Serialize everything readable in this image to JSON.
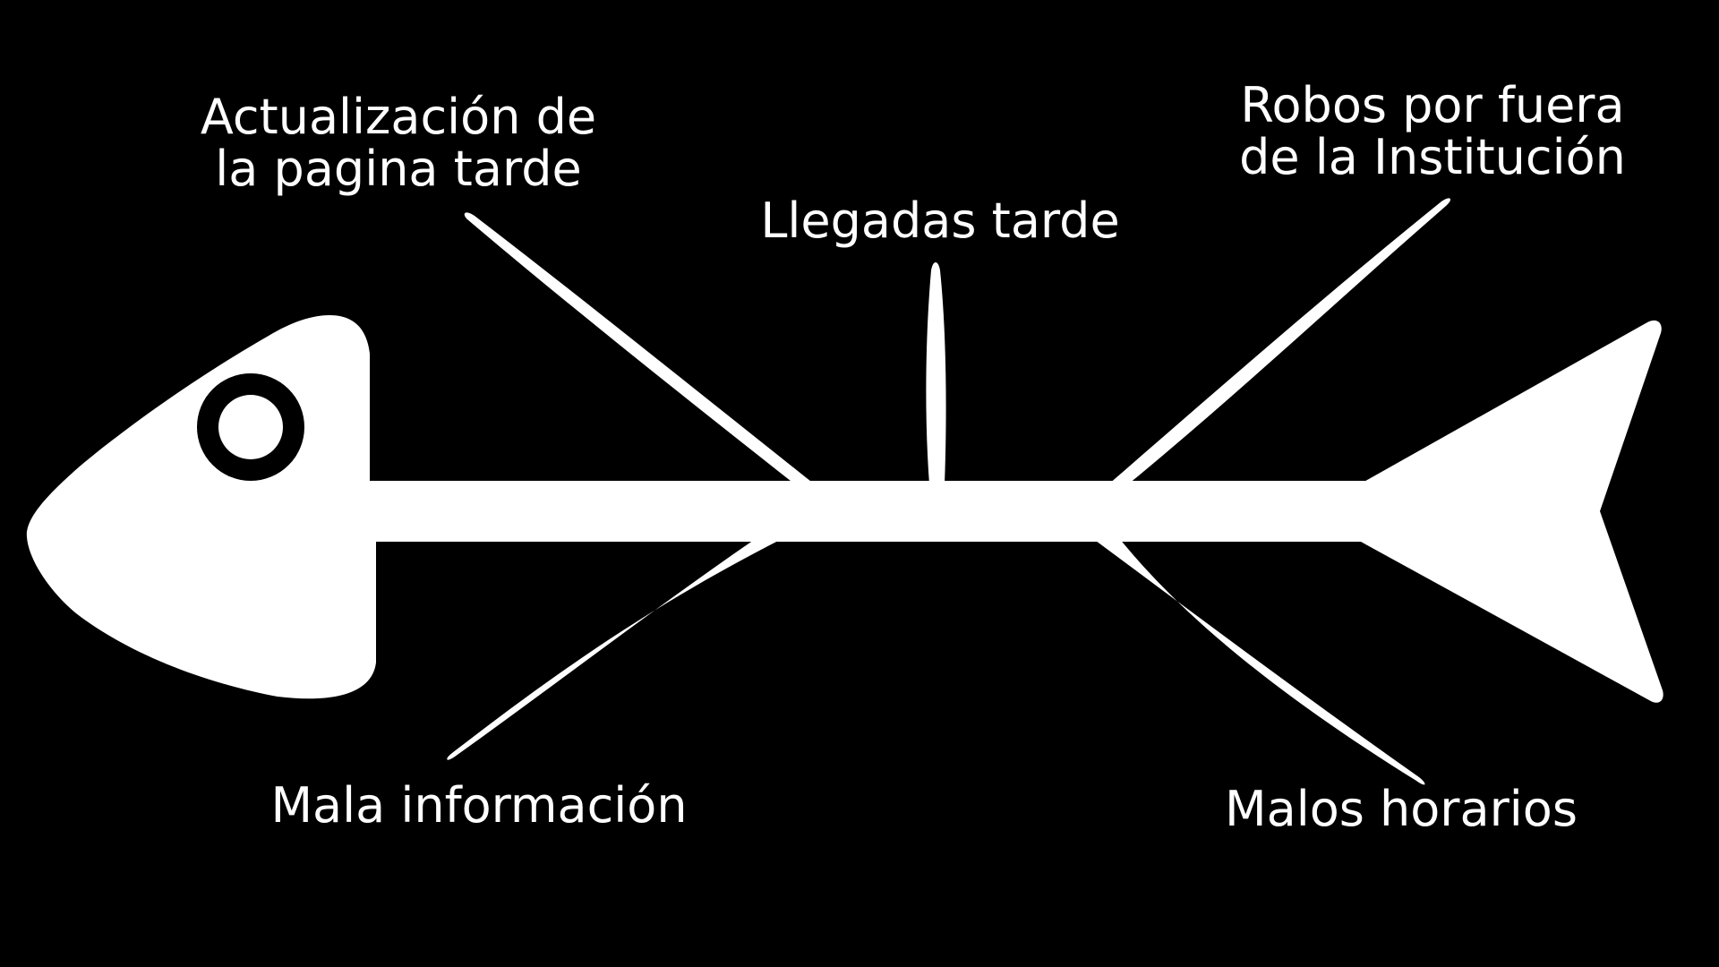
{
  "diagram": {
    "colors": {
      "background": "#000000",
      "foreground": "#ffffff"
    },
    "causes": {
      "top_left": {
        "line1": "Actualización de",
        "line2": "la pagina tarde"
      },
      "top_center": {
        "line1": "Llegadas tarde"
      },
      "top_right": {
        "line1": "Robos por fuera",
        "line2": "de la Institución"
      },
      "bottom_left": {
        "line1": "Mala información"
      },
      "bottom_right": {
        "line1": "Malos horarios"
      }
    }
  }
}
